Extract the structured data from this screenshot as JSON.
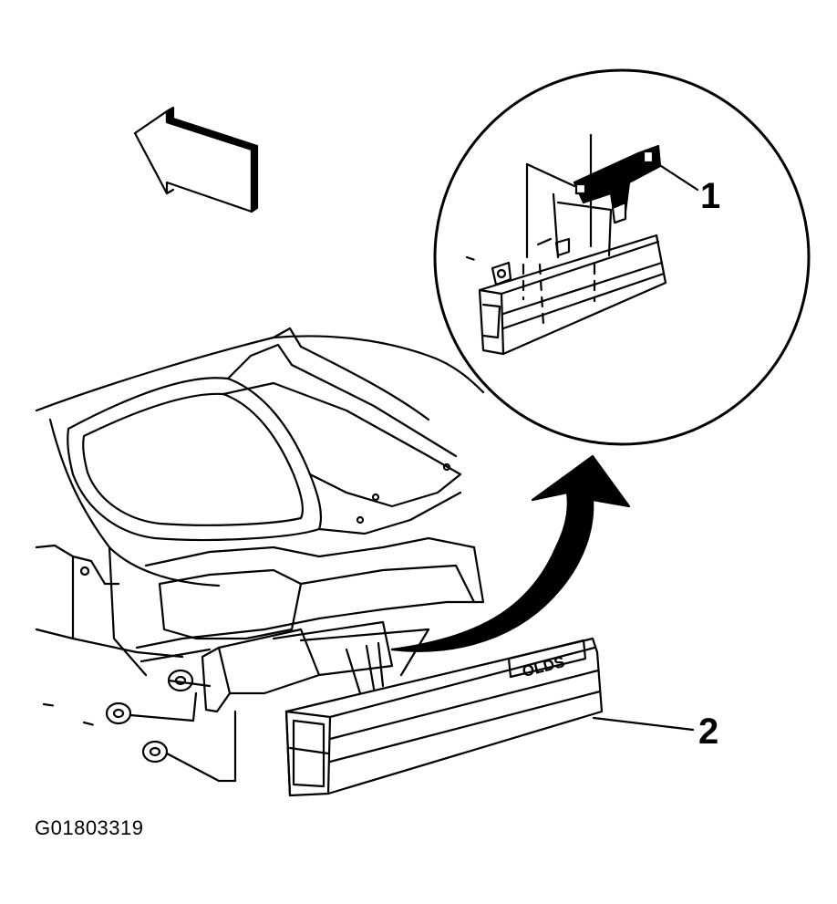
{
  "diagram": {
    "callouts": [
      {
        "id": "callout-1",
        "label": "1"
      },
      {
        "id": "callout-2",
        "label": "2"
      }
    ],
    "emblem_text": "OLDS",
    "figure_id": "G01803319",
    "colors": {
      "line": "#000000",
      "background": "#ffffff"
    }
  }
}
